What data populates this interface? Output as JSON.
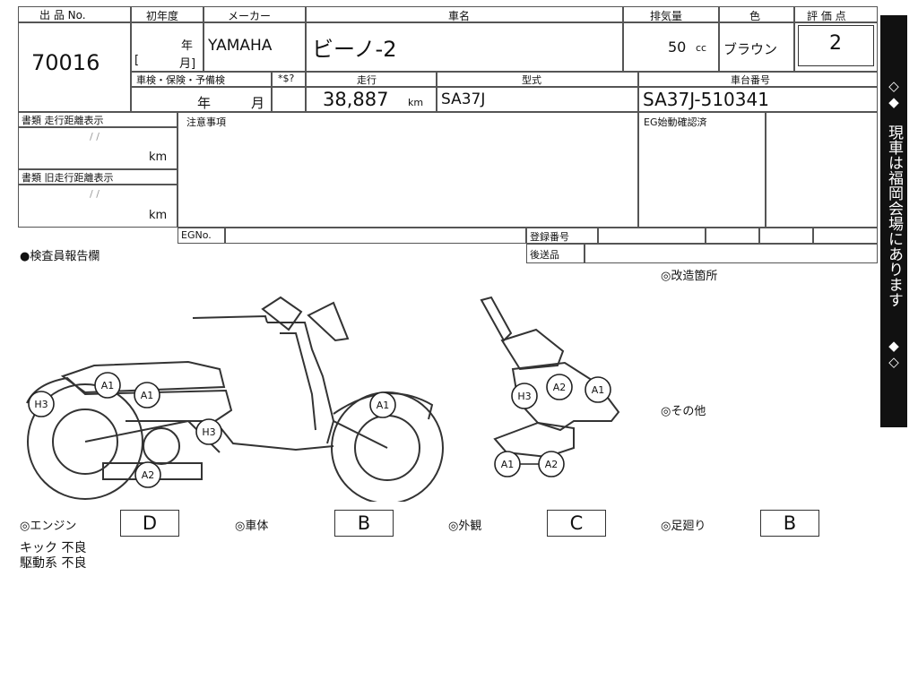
{
  "header": {
    "lot_label": "出 品 No.",
    "year_label": "初年度",
    "maker_label": "メーカー",
    "model_label": "車名",
    "displacement_label": "排気量",
    "color_label": "色",
    "score_label": "評 価 点"
  },
  "values": {
    "lot_no": "70016",
    "year_unit_nen": "年",
    "year_unit_gatsu": "月]",
    "year_bracket": "[",
    "maker": "YAMAHA",
    "model": "ビーノ-2",
    "displacement": "50",
    "displacement_unit": "cc",
    "color": "ブラウン",
    "score": "2"
  },
  "row2": {
    "inspection_label": "車検・保険・予備検",
    "price_label": "*$?",
    "mileage_label": "走行",
    "type_label": "型式",
    "chassis_label": "車台番号",
    "inspection_nen": "年",
    "inspection_gatsu": "月",
    "mileage": "38,887",
    "mileage_unit": "km",
    "type": "SA37J",
    "chassis": "SA37J-510341"
  },
  "docs": {
    "doc_mileage_label": "書類 走行距離表示",
    "doc_old_mileage_label": "書類 旧走行距離表示",
    "slashes": "/ /",
    "km": "km",
    "notes_label": "注意事項",
    "eg_confirm_label": "EG始動確認済",
    "egno_label": "EGNo.",
    "reg_label": "登録番号",
    "shipping_label": "後送品"
  },
  "report": {
    "inspector_label": "●検査員報告欄",
    "modified_label": "◎改造箇所",
    "other_label": "◎その他"
  },
  "grades": {
    "engine_label": "◎エンジン",
    "engine_grade": "D",
    "body_label": "◎車体",
    "body_grade": "B",
    "exterior_label": "◎外観",
    "exterior_grade": "C",
    "suspension_label": "◎足廻り",
    "suspension_grade": "B"
  },
  "comments": [
    "キック 不良",
    "駆動系 不良"
  ],
  "damage_marks": [
    "H3",
    "A1",
    "A1",
    "H3",
    "A2",
    "A1",
    "H3",
    "A2",
    "A1",
    "A1",
    "A2"
  ],
  "side_bar": {
    "top_symbol": "◇◆",
    "text": "現車は福岡会場にあります",
    "bottom_symbol": "◆◇"
  }
}
